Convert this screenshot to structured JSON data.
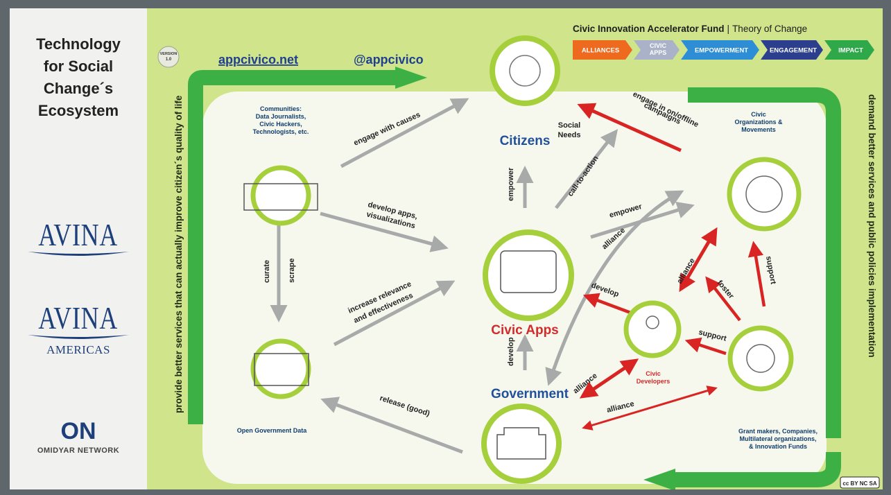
{
  "sidebar": {
    "title_lines": [
      "Technology",
      "for Social",
      "Change´s",
      "Ecosystem"
    ],
    "avina1": "AVINA",
    "avina2": "AVINA",
    "avina2_sub": "AMERICAS",
    "omidyar_mark": "ON",
    "omidyar_name": "OMIDYAR NETWORK"
  },
  "header": {
    "fund_title": "Civic Innovation Accelerator Fund",
    "fund_separator": "|",
    "fund_subtitle": "Theory of Change",
    "version_line1": "VERSION",
    "version_line2": "1.0",
    "site": "appcivico.net",
    "handle": "@appcivico",
    "stages": [
      {
        "label": "ALLIANCES",
        "color": "#ee6a1f"
      },
      {
        "label": "CIVIC APPS",
        "color": "#a9b2c9"
      },
      {
        "label": "EMPOWERMENT",
        "color": "#2d8ed6"
      },
      {
        "label": "ENGAGEMENT",
        "color": "#2b3f8e"
      },
      {
        "label": "IMPACT",
        "color": "#2fa84a"
      }
    ]
  },
  "side_text": {
    "left": "provide better services that can actually improve citizen´s quality of life",
    "right": "demand better services and public policies implementation"
  },
  "nodes": {
    "citizens": "Citizens",
    "social_needs_1": "Social",
    "social_needs_2": "Needs",
    "civic_apps": "Civic Apps",
    "government": "Government",
    "communities": [
      "Communities:",
      "Data Journalists,",
      "Civic Hackers,",
      "Technologists, etc."
    ],
    "orgs": [
      "Civic",
      "Organizations &",
      "Movements"
    ],
    "open_data": "Open Government Data",
    "civic_devs": [
      "Civic",
      "Developers"
    ],
    "funders": [
      "Grant makers, Companies,",
      "Multilateral organizations,",
      "& Innovation Funds"
    ]
  },
  "edges": {
    "engage_causes": "engage with causes",
    "develop_apps_1": "develop apps,",
    "develop_apps_2": "visualizations",
    "curate": "curate",
    "scrape": "scrape",
    "relevance_1": "increase relevance",
    "relevance_2": "and effectiveness",
    "release": "release (good)",
    "empower_v": "empower",
    "call_to_action": "call-to-action",
    "empower_h": "empower",
    "alliance_diag": "alliance",
    "develop_red": "develop",
    "develop_gov": "develop",
    "engage_campaigns_1": "engage in on/offline",
    "engage_campaigns_2": "campaigns",
    "alliance_orgs": "alliance",
    "foster": "foster",
    "support_up": "support",
    "support_left": "support",
    "alliance_gov_dev": "alliance",
    "alliance_gov_fund": "alliance"
  },
  "license": "cc BY NC SA",
  "colors": {
    "blue_label": "#21509a",
    "red_label": "#d22b2b",
    "green_arrow": "#3cb044",
    "red_arrow": "#d92424",
    "gray_arrow": "#a8aaaa",
    "panel": "#cfe48b"
  }
}
